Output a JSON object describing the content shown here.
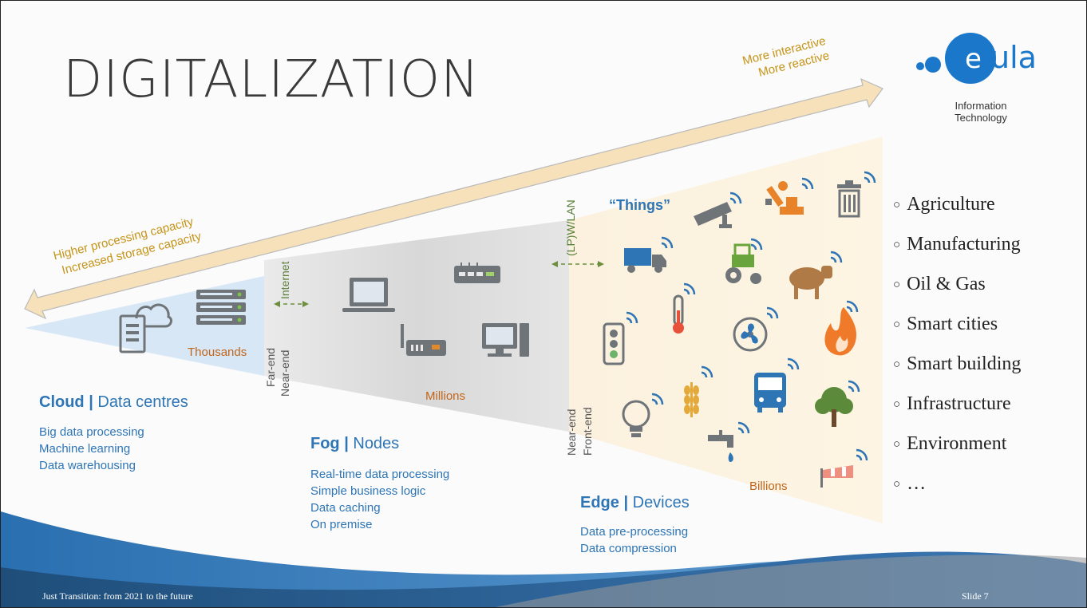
{
  "slide": {
    "title": "DIGITALIZATION",
    "logo": {
      "text": "eula",
      "subtitle_line1": "Information",
      "subtitle_line2": "Technology",
      "accent": "#1a77c9"
    },
    "arrow": {
      "right_line1": "More interactive",
      "right_line2": "More reactive",
      "left_line1": "Higher processing capacity",
      "left_line2": "Increased storage capacity",
      "color": "#f5e2bd"
    },
    "connectors": {
      "internet": "Internet",
      "lan": "(LP)W/LAN"
    },
    "cloud": {
      "count": "Thousands",
      "far_end": "Far-end",
      "heading_bold": "Cloud |",
      "heading_rest": " Data centres",
      "items": [
        "Big data processing",
        "Machine learning",
        "Data warehousing"
      ],
      "color": "#d6e6f5"
    },
    "fog": {
      "count": "Millions",
      "near_end": "Near-end",
      "heading_bold": "Fog |",
      "heading_rest": " Nodes",
      "items": [
        "Real-time data processing",
        "Simple business logic",
        "Data caching",
        "On premise"
      ],
      "color": "#d9d9d9"
    },
    "edge": {
      "count": "Billions",
      "near_end": "Near-end",
      "front_end": "Front-end",
      "things": "“Things”",
      "heading_bold": "Edge |",
      "heading_rest": " Devices",
      "items": [
        "Data pre-processing",
        "Data compression"
      ],
      "color": "#fbf0dc"
    },
    "applications": [
      "Agriculture",
      "Manufacturing",
      "Oil & Gas",
      "Smart cities",
      "Smart building",
      "Infrastructure",
      "Environment",
      "…"
    ],
    "footer": {
      "left": "Just Transition: from 2021 to the future",
      "right": "Slide 7"
    },
    "icons": {
      "cloud_side": [
        "server-cloud-icon",
        "server-rack-icon"
      ],
      "fog_side": [
        "laptop-icon",
        "router-icon",
        "gateway-icon",
        "desktop-icon"
      ],
      "edge_side": [
        "cctv-camera-icon",
        "robot-arm-icon",
        "trash-bin-icon",
        "truck-icon",
        "tractor-icon",
        "cow-icon",
        "traffic-light-icon",
        "thermometer-icon",
        "fan-icon",
        "fire-icon",
        "lightbulb-icon",
        "wheat-icon",
        "bus-icon",
        "tree-icon",
        "water-tap-icon",
        "windsock-icon"
      ]
    }
  }
}
